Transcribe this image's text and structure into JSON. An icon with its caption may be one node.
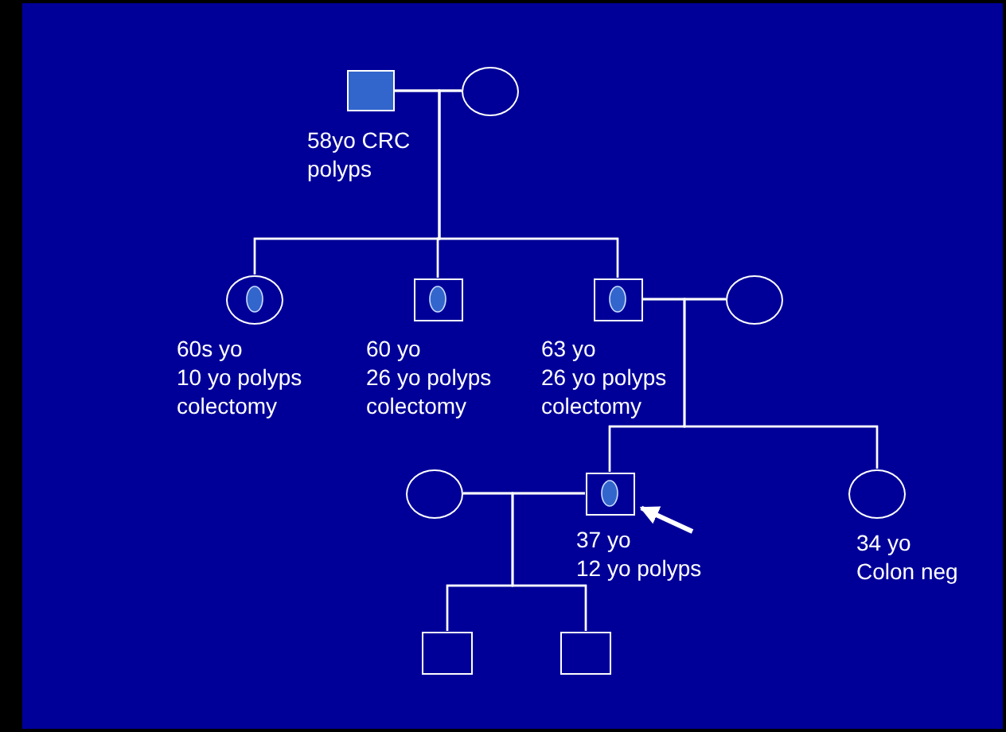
{
  "diagram": {
    "nodes": [
      {
        "text": [],
        "shape": "box",
        "beside": [
          "58yo CRC",
          "polyps"
        ]
      },
      {
        "text": [],
        "shape": "circle"
      },
      {
        "text": [],
        "shape": "circle",
        "beside": [
          "60s yo",
          "10 yo polyps",
          "colectomy"
        ]
      },
      {
        "text": [],
        "shape": "box",
        "beside": [
          "60 yo",
          "26 yo polyps",
          "colectomy"
        ]
      },
      {
        "text": [],
        "shape": "box",
        "beside": [
          "63 yo",
          "26 yo polyps",
          "colectomy"
        ]
      },
      {
        "text": [],
        "shape": "circle"
      },
      {
        "text": [],
        "shape": "circle"
      },
      {
        "text": [],
        "shape": "box",
        "beside": [
          "37 yo",
          "12 yo polyps"
        ]
      },
      {
        "text": [],
        "shape": "circle",
        "beside": [
          "34 yo",
          "Colon neg"
        ]
      },
      {
        "text": [],
        "shape": "box"
      },
      {
        "text": [],
        "shape": "box"
      }
    ],
    "edges": [
      {
        "from": 0,
        "to": 1,
        "arrow": "none"
      },
      {
        "from": 0,
        "to": 2,
        "arrow": "none"
      },
      {
        "from": 0,
        "to": 3,
        "arrow": "none"
      },
      {
        "from": 0,
        "to": 4,
        "arrow": "none"
      },
      {
        "from": 1,
        "to": 2,
        "arrow": "none"
      },
      {
        "from": 1,
        "to": 3,
        "arrow": "none"
      },
      {
        "from": 1,
        "to": 4,
        "arrow": "none"
      },
      {
        "from": 4,
        "to": 5,
        "arrow": "none"
      },
      {
        "from": 4,
        "to": 7,
        "arrow": "none"
      },
      {
        "from": 4,
        "to": 8,
        "arrow": "none"
      },
      {
        "from": 5,
        "to": 7,
        "arrow": "none"
      },
      {
        "from": 5,
        "to": 8,
        "arrow": "none"
      },
      {
        "from": 6,
        "to": 7,
        "arrow": "none"
      },
      {
        "from": 6,
        "to": 9,
        "arrow": "none"
      },
      {
        "from": 6,
        "to": 10,
        "arrow": "none"
      },
      {
        "from": 7,
        "to": 9,
        "arrow": "none"
      },
      {
        "from": 7,
        "to": 10,
        "arrow": "none"
      },
      {
        "from": null,
        "to": 7,
        "arrow": "to",
        "style": "thick"
      }
    ]
  }
}
